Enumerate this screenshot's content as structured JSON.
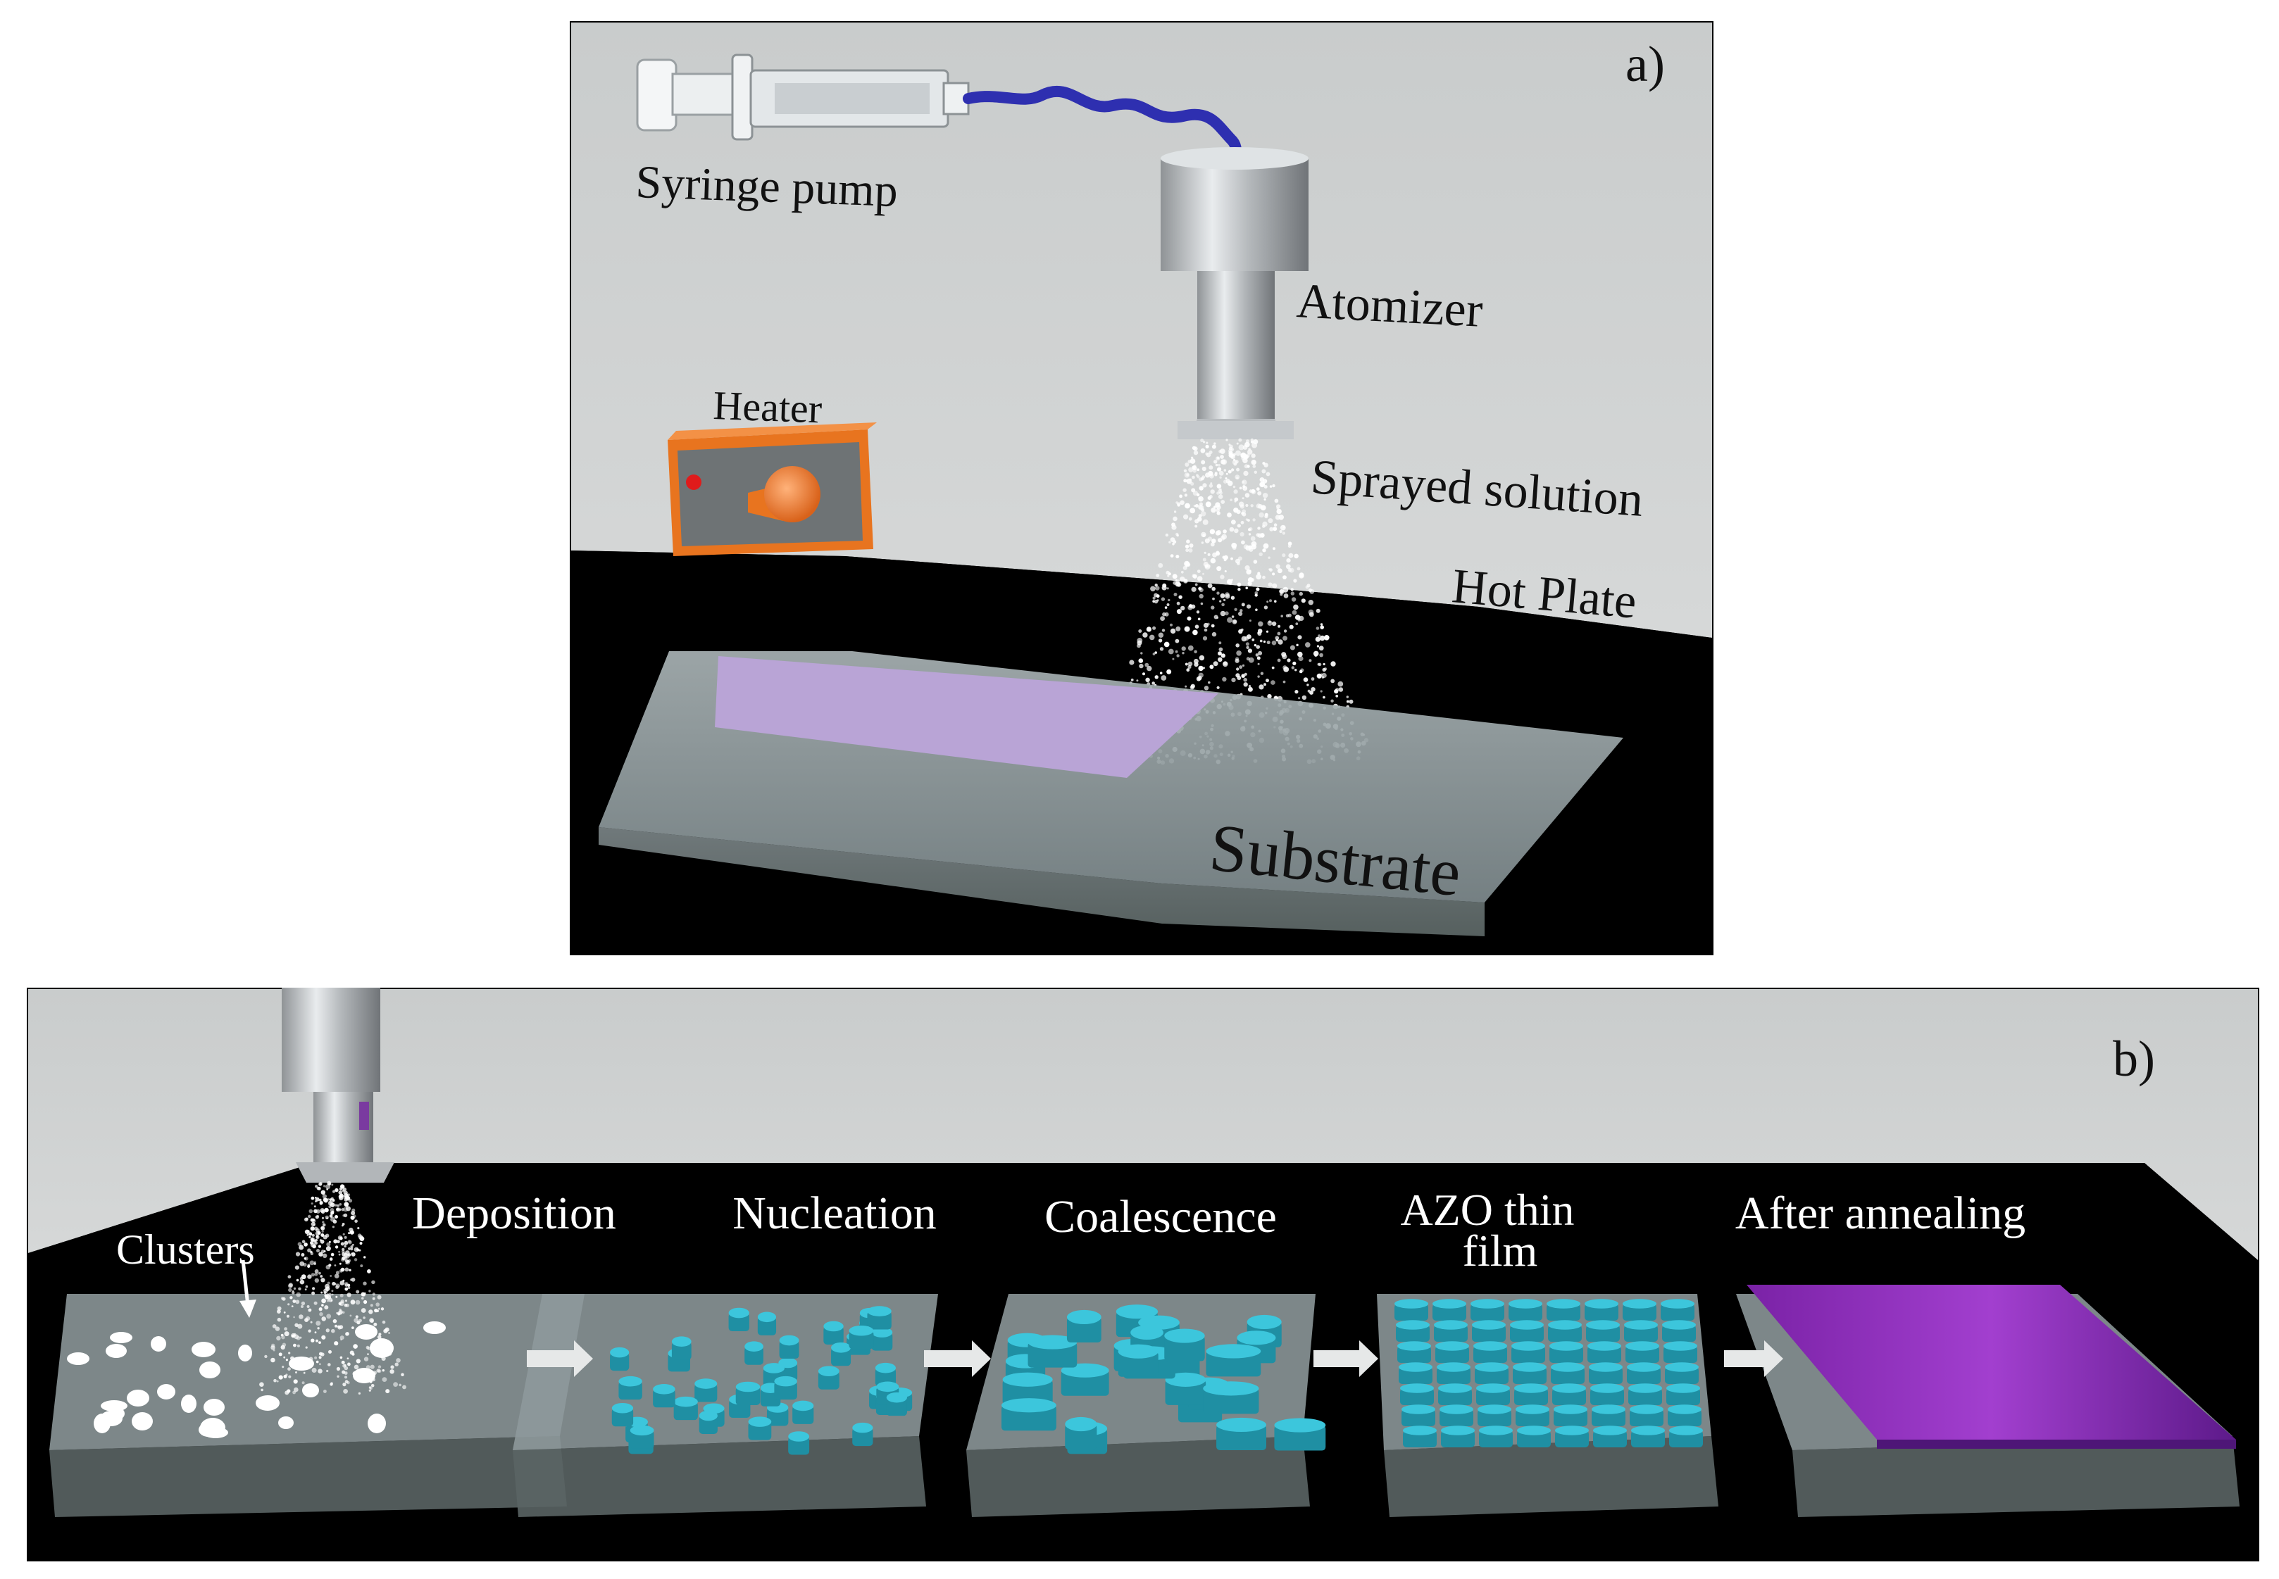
{
  "panel_a": {
    "tag": "a)",
    "labels": {
      "syringe_pump": "Syringe pump",
      "atomizer": "Atomizer",
      "heater": "Heater",
      "sprayed_solution": "Sprayed solution",
      "hot_plate": "Hot Plate",
      "substrate": "Substrate"
    }
  },
  "panel_b": {
    "tag": "b)",
    "clusters_label": "Clusters",
    "stages": [
      {
        "line1": "Deposition",
        "line2": ""
      },
      {
        "line1": "Nucleation",
        "line2": ""
      },
      {
        "line1": "Coalescence",
        "line2": ""
      },
      {
        "line1": "AZO thin",
        "line2": "film"
      },
      {
        "line1": "After annealing",
        "line2": ""
      }
    ]
  },
  "colors": {
    "background_wall": "#cdd0d0",
    "black_surface": "#000000",
    "glass": "#8e9a9c",
    "deposited_film": "#b9a4d6",
    "grains": "#2aa9c0",
    "annealed_film": "#8a2fb3",
    "tube": "#2e2fb0",
    "heater_body": "#e8741f",
    "spray": "#ffffff"
  }
}
